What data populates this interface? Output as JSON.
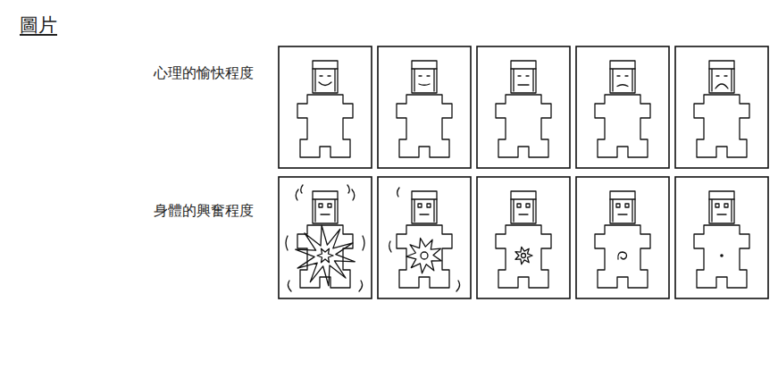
{
  "diagram": {
    "title": "圖片",
    "labels": [
      "心理的愉快程度",
      "身體的興奮程度"
    ]
  }
}
